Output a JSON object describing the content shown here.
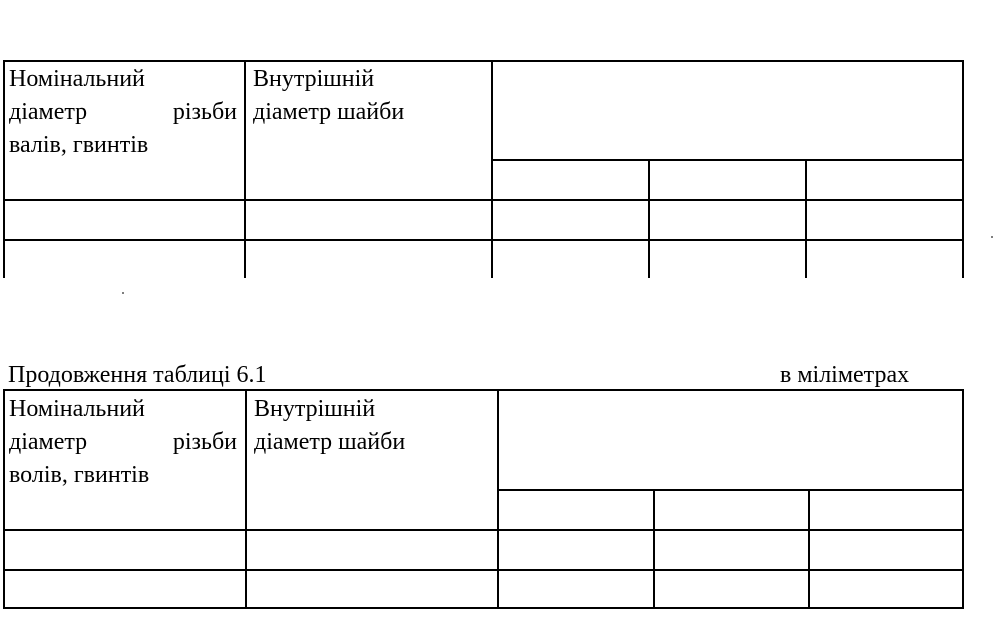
{
  "table1": {
    "col1_line1": "Номінальний",
    "col1_line2_a": "діаметр",
    "col1_line2_b": "різьби",
    "col1_line3": "валів, гвинтів",
    "col2_line1": "Внутрішній",
    "col2_line2": "діаметр шайби"
  },
  "caption": {
    "left": "Продовження таблиці 6.1",
    "right": "в міліметрах"
  },
  "table2": {
    "col1_line1": "Номінальний",
    "col1_line2_a": "діаметр",
    "col1_line2_b": "різьби",
    "col1_line3": "волів, гвинтів",
    "col2_line1": "Внутрішній",
    "col2_line2": "діаметр шайби"
  }
}
